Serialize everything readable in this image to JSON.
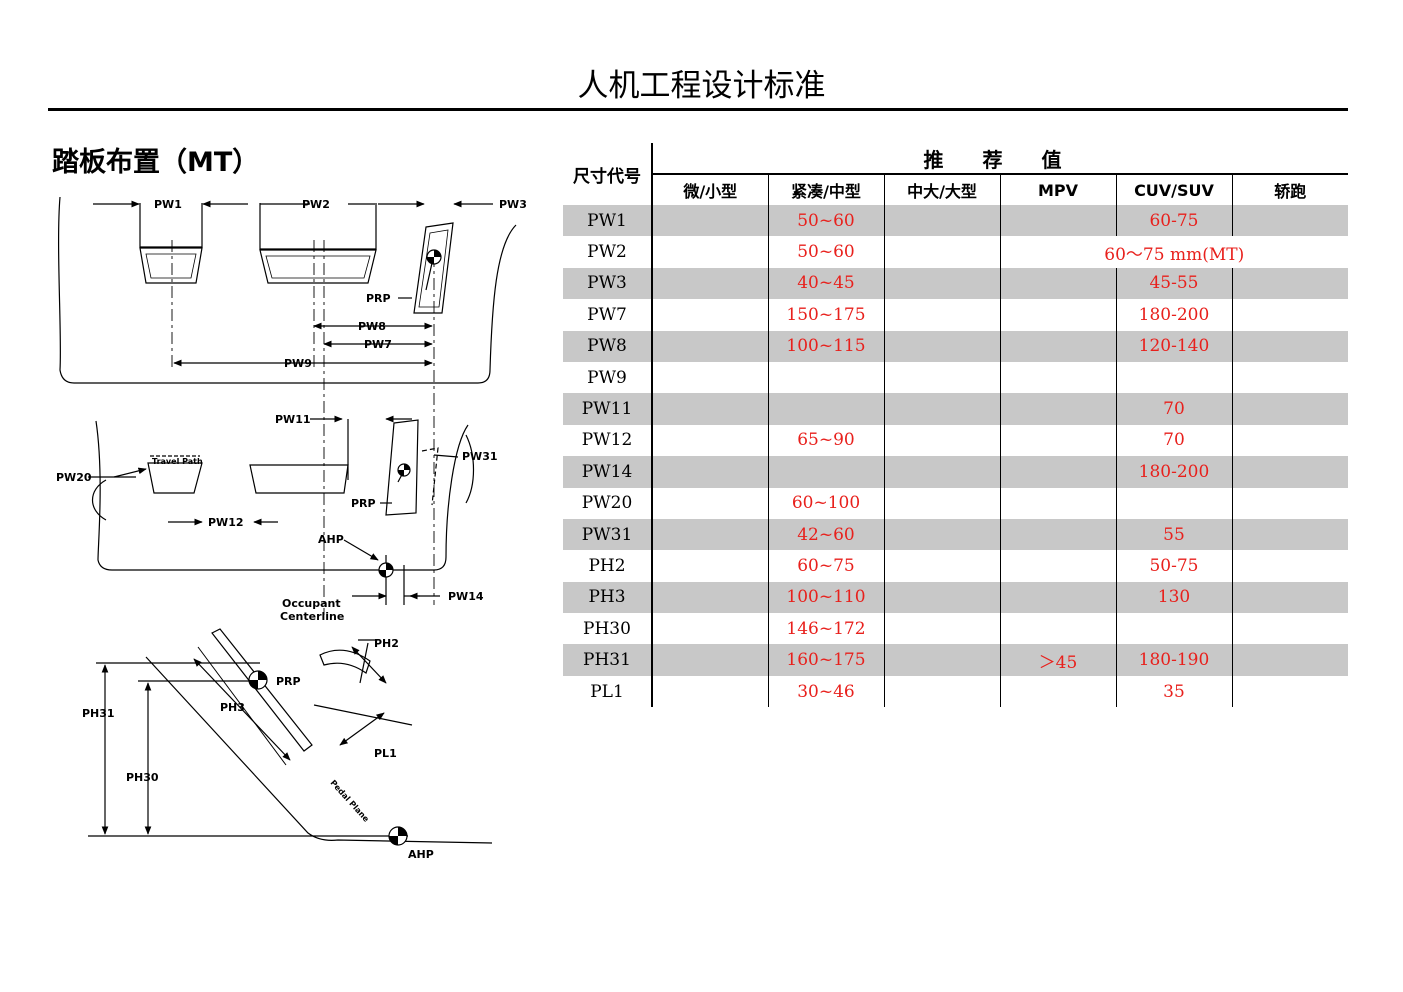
{
  "document": {
    "title": "人机工程设计标准"
  },
  "section": {
    "title": "踏板布置（MT）"
  },
  "diagram": {
    "labels": {
      "pw1": "PW1",
      "pw2": "PW2",
      "pw3": "PW3",
      "prp_top": "PRP",
      "pw8": "PW8",
      "pw7": "PW7",
      "pw9": "PW9",
      "pw11": "PW11",
      "pw31": "PW31",
      "pw20": "PW20",
      "travel_path": "Travel Path",
      "pw12": "PW12",
      "prp_mid": "PRP",
      "ahp_mid": "AHP",
      "pw14": "PW14",
      "occupant": "Occupant",
      "centerline": "Centerline",
      "ph2": "PH2",
      "prp_bot": "PRP",
      "ph31": "PH31",
      "ph3": "PH3",
      "pl1": "PL1",
      "ph30": "PH30",
      "pedal_plane": "Pedal Plane",
      "ahp_bot": "AHP"
    }
  },
  "table": {
    "dim_header": "尺寸代号",
    "group_header": "推 荐 值",
    "columns": [
      "微/小型",
      "紧凑/中型",
      "中大/大型",
      "MPV",
      "CUV/SUV",
      "轿跑"
    ],
    "rows": [
      {
        "dim": "PW1",
        "values": [
          "",
          "50~60",
          "",
          "",
          "60-75",
          ""
        ],
        "shaded": true
      },
      {
        "dim": "PW2",
        "values": [
          "",
          "50~60",
          "",
          "60～75 mm(MT)",
          ""
        ],
        "merged": true,
        "shaded": false
      },
      {
        "dim": "PW3",
        "values": [
          "",
          "40~45",
          "",
          "",
          "45-55",
          ""
        ],
        "shaded": true
      },
      {
        "dim": "PW7",
        "values": [
          "",
          "150~175",
          "",
          "",
          "180-200",
          ""
        ],
        "shaded": false
      },
      {
        "dim": "PW8",
        "values": [
          "",
          "100~115",
          "",
          "",
          "120-140",
          ""
        ],
        "shaded": true
      },
      {
        "dim": "PW9",
        "values": [
          "",
          "",
          "",
          "",
          "",
          ""
        ],
        "shaded": false
      },
      {
        "dim": "PW11",
        "values": [
          "",
          "",
          "",
          "",
          "70",
          ""
        ],
        "shaded": true
      },
      {
        "dim": "PW12",
        "values": [
          "",
          "65~90",
          "",
          "",
          "70",
          ""
        ],
        "shaded": false
      },
      {
        "dim": "PW14",
        "values": [
          "",
          "",
          "",
          "",
          "180-200",
          ""
        ],
        "shaded": true
      },
      {
        "dim": "PW20",
        "values": [
          "",
          "60~100",
          "",
          "",
          "",
          ""
        ],
        "shaded": false
      },
      {
        "dim": "PW31",
        "values": [
          "",
          "42~60",
          "",
          "",
          "55",
          ""
        ],
        "shaded": true
      },
      {
        "dim": "PH2",
        "values": [
          "",
          "60~75",
          "",
          "",
          "50-75",
          ""
        ],
        "shaded": false
      },
      {
        "dim": "PH3",
        "values": [
          "",
          "100~110",
          "",
          "",
          "130",
          ""
        ],
        "shaded": true
      },
      {
        "dim": "PH30",
        "values": [
          "",
          "146~172",
          "",
          "",
          "",
          ""
        ],
        "shaded": false
      },
      {
        "dim": "PH31",
        "values": [
          "",
          "160~175",
          "",
          "＞45",
          "180-190",
          ""
        ],
        "shaded": true
      },
      {
        "dim": "PL1",
        "values": [
          "",
          "30~46",
          "",
          "",
          "35",
          ""
        ],
        "shaded": false
      }
    ]
  },
  "colors": {
    "value_text": "#e8201c",
    "row_shade": "#c8c8c8"
  }
}
